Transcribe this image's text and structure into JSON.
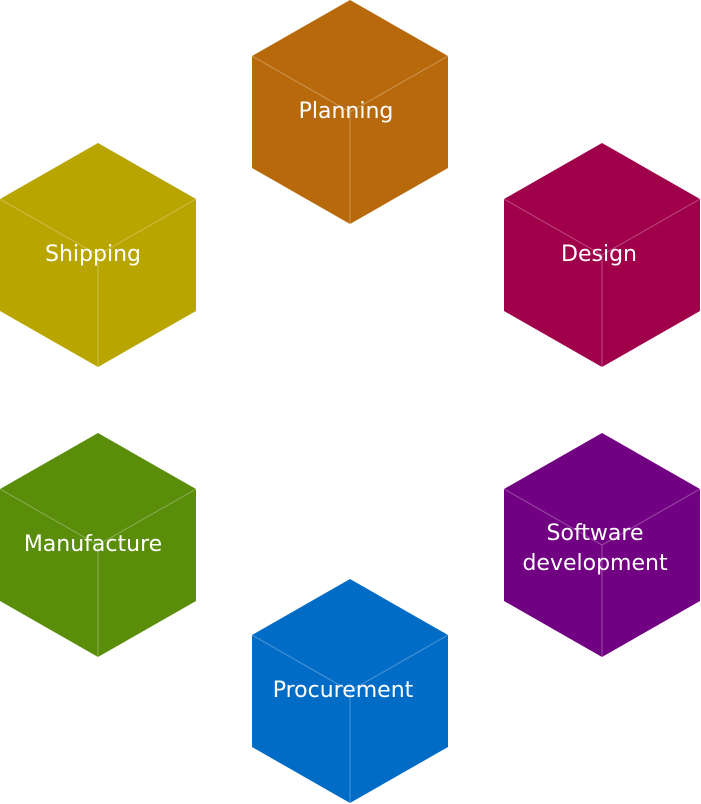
{
  "diagram": {
    "cubes": [
      {
        "id": "planning",
        "label": "Planning",
        "color": "#B8690B"
      },
      {
        "id": "design",
        "label": "Design",
        "color": "#A0004A"
      },
      {
        "id": "software",
        "label_lines": [
          "Software",
          "development"
        ],
        "color": "#720082"
      },
      {
        "id": "procurement",
        "label": "Procurement",
        "color": "#006CC6"
      },
      {
        "id": "manufacture",
        "label": "Manufacture",
        "color": "#598D0A"
      },
      {
        "id": "shipping",
        "label": "Shipping",
        "color": "#B8A500"
      }
    ]
  }
}
